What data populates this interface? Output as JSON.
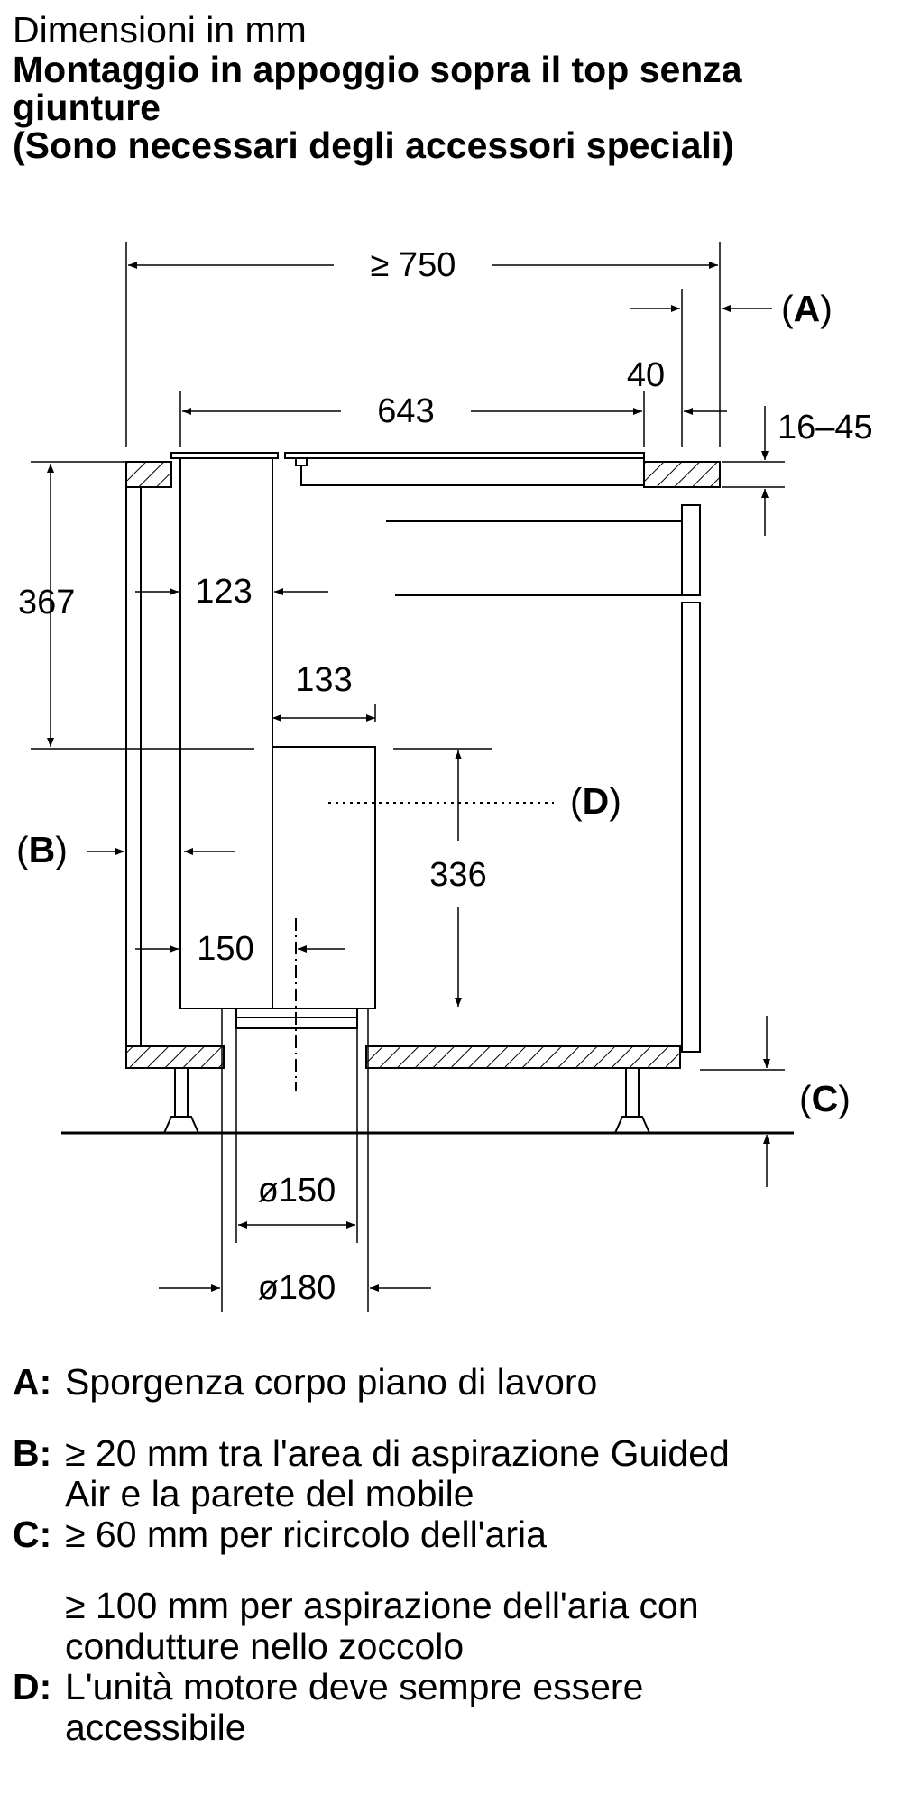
{
  "header": {
    "subtitle": "Dimensioni in mm",
    "title_lines": [
      "Montaggio in appoggio sopra il top senza",
      "giunture",
      "(Sono necessari degli accessori speciali)"
    ]
  },
  "diagram": {
    "dimensions": {
      "width_min": "≥ 750",
      "hob_width": "643",
      "overhang": "40",
      "worktop_thickness": "16–45",
      "depth": "367",
      "duct_offset": "123",
      "motor_offset": "133",
      "motor_height": "336",
      "bottom_offset": "150",
      "outlet_inner": "ø150",
      "outlet_outer": "ø180"
    },
    "markers": {
      "a_open": "(",
      "a_letter": "A",
      "a_close": ")",
      "b_open": "(",
      "b_letter": "B",
      "b_close": ")",
      "c_open": "(",
      "c_letter": "C",
      "c_close": ")",
      "d_open": "(",
      "d_letter": "D",
      "d_close": ")"
    }
  },
  "legend": [
    {
      "key": "A:",
      "lines": [
        "Sporgenza corpo piano di lavoro"
      ]
    },
    {
      "key": "B:",
      "lines": [
        "≥ 20 mm tra l'area di aspirazione Guided",
        "Air e la parete del mobile"
      ]
    },
    {
      "key": "C:",
      "lines": [
        "≥ 60 mm per ricircolo dell'aria",
        "",
        "≥ 100 mm per aspirazione dell'aria con",
        "condutture nello zoccolo"
      ]
    },
    {
      "key": "D:",
      "lines": [
        "L'unità motore deve sempre essere",
        "accessibile"
      ]
    }
  ]
}
